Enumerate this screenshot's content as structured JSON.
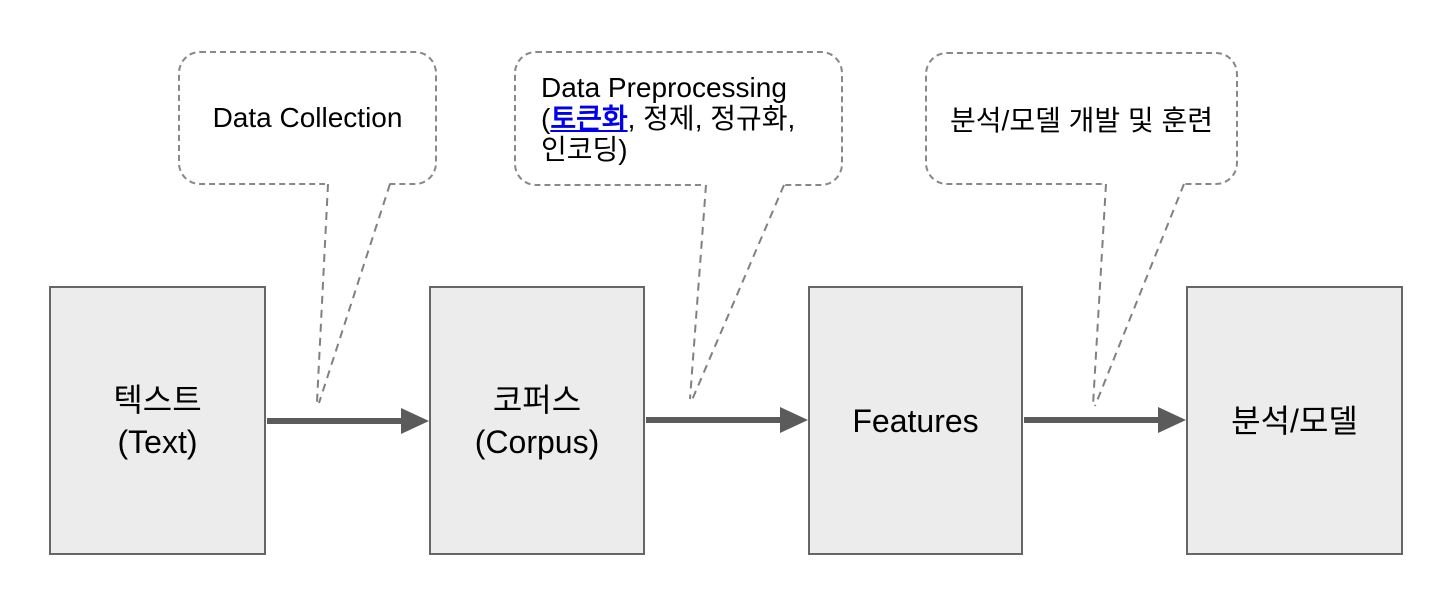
{
  "boxes": [
    {
      "line1": "텍스트",
      "line2": "(Text)"
    },
    {
      "line1": "코퍼스",
      "line2": "(Corpus)"
    },
    {
      "line1": "Features",
      "line2": ""
    },
    {
      "line1": "분석/모델",
      "line2": ""
    }
  ],
  "callouts": [
    {
      "text": "Data Collection"
    },
    {
      "line1": "Data Preprocessing",
      "line2_prefix": "(",
      "link": "토큰화",
      "line2_suffix": ", 정제, 정규화,",
      "line3": "인코딩)"
    },
    {
      "text": "분석/모델 개발 및 훈련"
    }
  ],
  "colors": {
    "box_fill": "#ececec",
    "box_border": "#666666",
    "arrow": "#5b5b5b",
    "callout_border": "#888888",
    "link_blue": "#0000ee",
    "text": "#000000"
  }
}
